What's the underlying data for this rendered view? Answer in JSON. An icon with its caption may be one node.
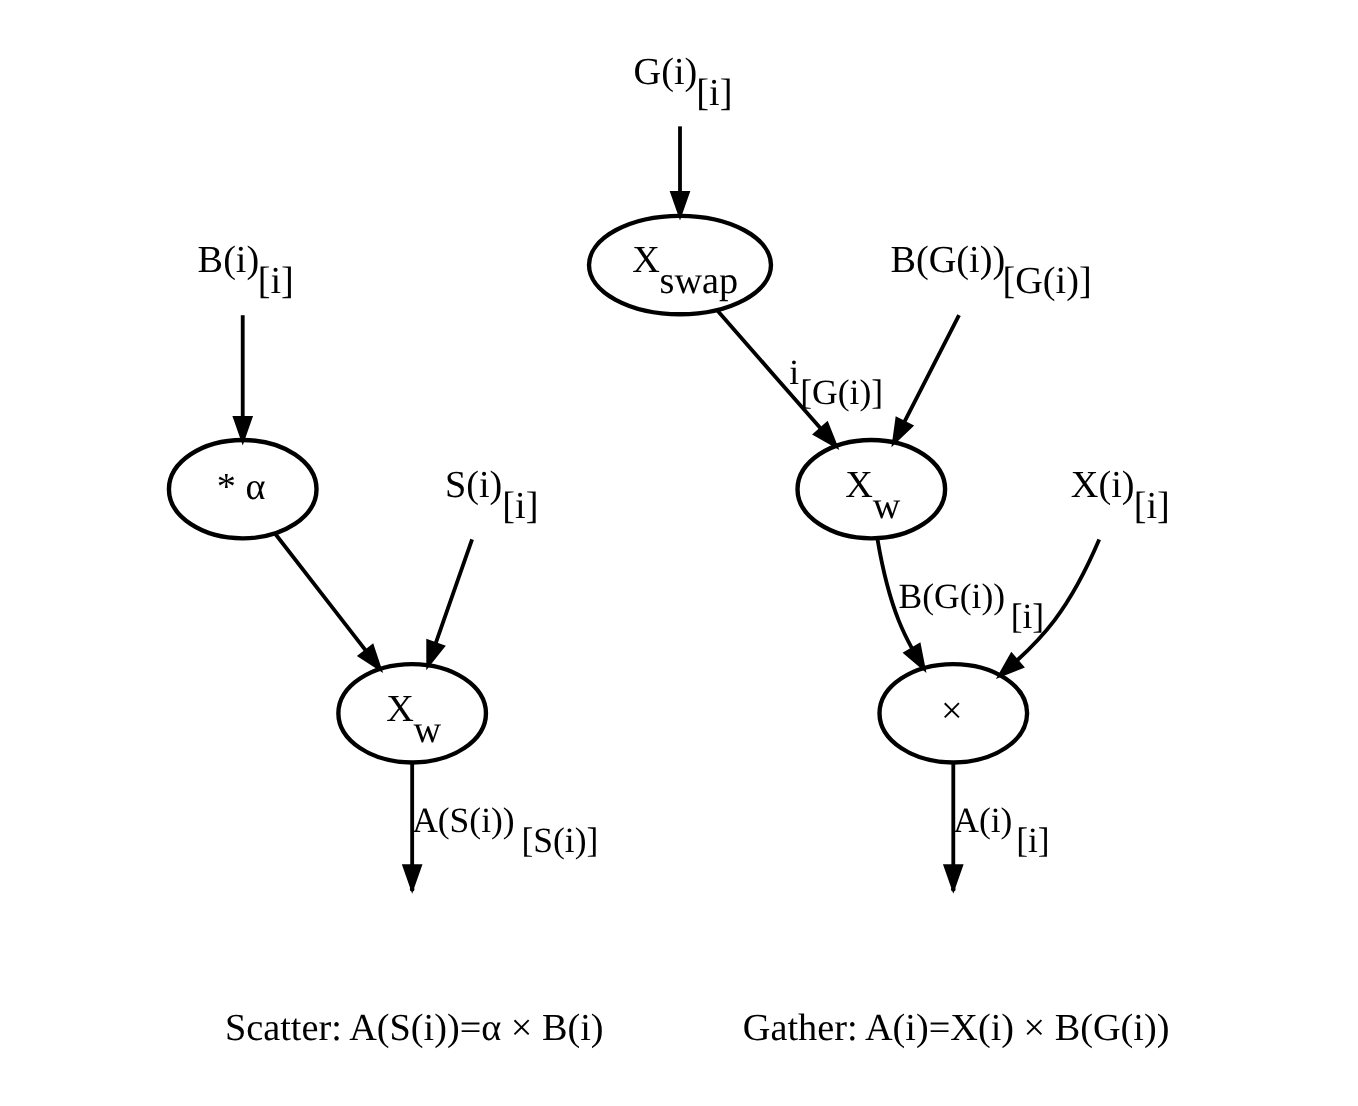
{
  "diagram": {
    "nodes": [
      {
        "text": [
          "B(i)$_{[i]}$"
        ]
      },
      {
        "text": [
          "* α"
        ]
      },
      {
        "text": [
          "S(i)$_{[i]}$"
        ]
      },
      {
        "text": [
          "X$_{w}$"
        ]
      },
      {
        "text": [
          "G(i)$_{[i]}$"
        ]
      },
      {
        "text": [
          "X$_{swap}$"
        ]
      },
      {
        "text": [
          "B(G(i))$_{[G(i)]}$"
        ]
      },
      {
        "text": [
          "X$_{w}$"
        ]
      },
      {
        "text": [
          "X(i)$_{[i]}$"
        ]
      },
      {
        "text": [
          "×"
        ]
      }
    ],
    "edges": [
      {
        "from": 0,
        "to": 1,
        "arrow": "to"
      },
      {
        "from": 1,
        "to": 3,
        "arrow": "to"
      },
      {
        "from": 2,
        "to": 3,
        "arrow": "to"
      },
      {
        "from": 3,
        "to": null,
        "arrow": "to",
        "label": "A(S(i))$_{[S(i)]}$"
      },
      {
        "from": 4,
        "to": 5,
        "arrow": "to"
      },
      {
        "from": 6,
        "to": 7,
        "arrow": "to"
      },
      {
        "from": 5,
        "to": 7,
        "arrow": "to",
        "label": "i$_{[G(i)]}$"
      },
      {
        "from": 7,
        "to": 9,
        "arrow": "to",
        "label": "B(G(i))$_{[i]}$"
      },
      {
        "from": 8,
        "to": 9,
        "arrow": "to"
      },
      {
        "from": 9,
        "to": null,
        "arrow": "to",
        "label": "A(i)$_{[i]}$"
      }
    ],
    "labels": [
      "Scatter: A(S(i))=α × B(i)",
      "Gather: A(i)=X(i) × B(G(i))"
    ]
  }
}
